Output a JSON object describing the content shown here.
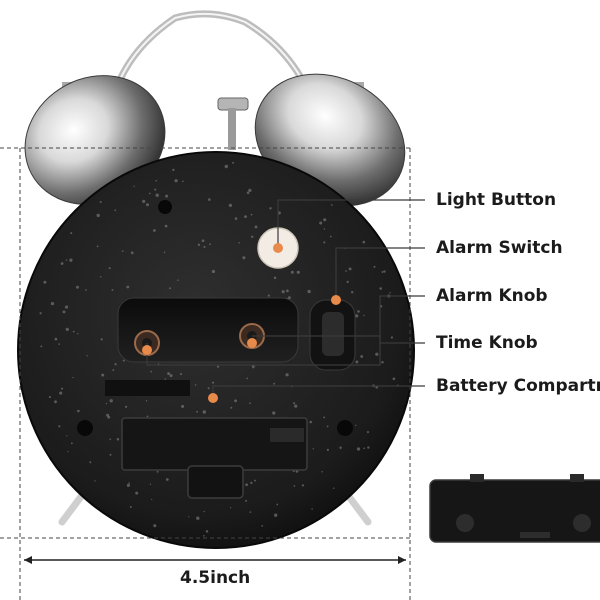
{
  "labels": {
    "light_button": "Light Button",
    "alarm_switch": "Alarm Switch",
    "alarm_knob": "Alarm Knob",
    "time_knob": "Time Knob",
    "battery_compartment": "Battery Compartm"
  },
  "dimension": "4.5inch",
  "colors": {
    "body": "#1e1e1e",
    "chrome": "#c9c9c9",
    "marker": "#e88a4a",
    "leader": "#3a3a3a"
  }
}
